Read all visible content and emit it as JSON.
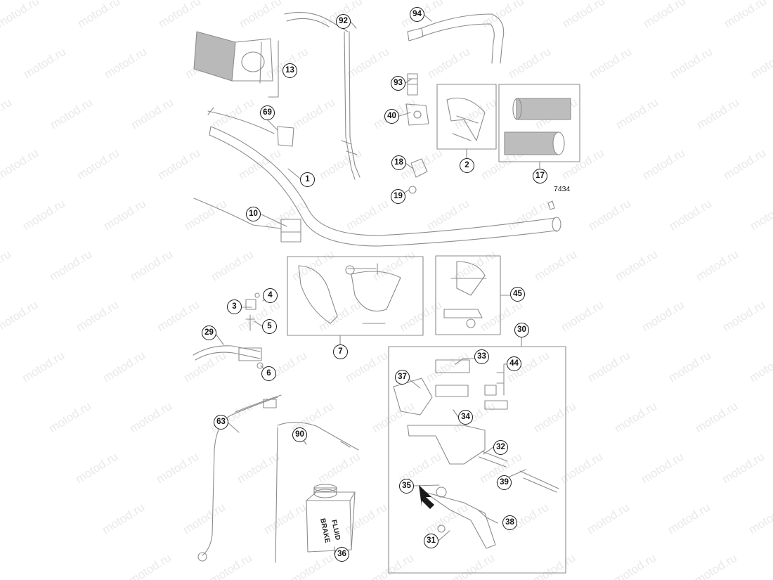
{
  "watermark": {
    "text": "motod.ru",
    "color": "#e9e9e9"
  },
  "line_color": "#8c8c8c",
  "callouts": [
    "13",
    "92",
    "94",
    "93",
    "40",
    "69",
    "2",
    "17",
    "1",
    "18",
    "19",
    "10",
    "4",
    "3",
    "5",
    "7",
    "45",
    "30",
    "29",
    "6",
    "33",
    "44",
    "37",
    "34",
    "63",
    "90",
    "32",
    "39",
    "35",
    "38",
    "31",
    "36"
  ],
  "part_code": "7434",
  "can_label": [
    "BRAKE",
    "FLUID"
  ]
}
